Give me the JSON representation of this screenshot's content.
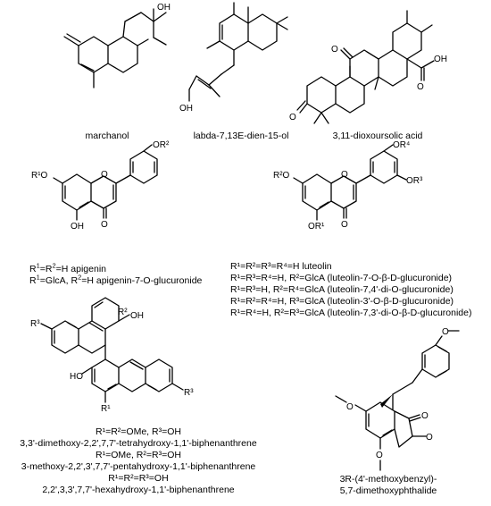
{
  "compounds": {
    "marchanol": {
      "name": "marchanol",
      "atoms": {
        "oh": "OH"
      }
    },
    "labdadienol": {
      "name": "labda-7,13E-dien-15-ol",
      "atoms": {
        "oh": "OH"
      }
    },
    "dioxoursolic": {
      "name": "3,11-dioxoursolic acid",
      "atoms": {
        "o3": "O",
        "o11": "O",
        "oh": "OH",
        "o_acid": "O"
      }
    },
    "apigenin": {
      "atoms": {
        "r1o": "R¹O",
        "oh5": "OH",
        "o4": "O",
        "o_ring": "O",
        "or2": "OR²"
      },
      "lines": [
        {
          "r1": "R",
          "s1": "1",
          "eq": "=R",
          "s2": "2",
          "rest": "=H apigenin"
        },
        {
          "r1": "R",
          "s1": "1",
          "eq": "=GlcA, R",
          "s2": "2",
          "rest": "=H apigenin-7-O-glucuronide"
        }
      ]
    },
    "luteolin": {
      "atoms": {
        "r2o": "R²O",
        "or1": "OR¹",
        "o4": "O",
        "o_ring": "O",
        "or3": "OR³",
        "or4": "OR⁴"
      },
      "lines": [
        "R¹=R²=R³=R⁴=H luteolin",
        "R¹=R³=R⁴=H, R²=GlcA (luteolin-7-O-β-D-glucuronide)",
        "R¹=R³=H, R²=R⁴=GlcA (luteolin-7,4'-di-O-glucuronide)",
        "R¹=R²=R⁴=H, R³=GlcA (luteolin-3'-O-β-D-glucuronide)",
        "R¹=R⁴=H, R²=R³=GlcA (luteolin-7,3'-di-O-β-D-glucuronide)"
      ]
    },
    "biphenanthrene": {
      "atoms": {
        "r2_label": "R²",
        "r3_top": "R³",
        "oh_top": "OH",
        "ho_bottom": "HO",
        "r1": "R¹",
        "r3_bottom": "R³"
      },
      "lines": [
        "R¹=R²=OMe, R³=OH",
        "3,3'-dimethoxy-2,2',7,7'-tetrahydroxy-1,1'-biphenanthrene",
        "R¹=OMe, R²=R³=OH",
        "3-methoxy-2,2',3',7,7'-pentahydroxy-1,1'-biphenanthrene",
        "R¹=R²=R³=OH",
        "2,2',3,3',7,7'-hexahydroxy-1,1'-biphenanthrene"
      ]
    },
    "phthalide": {
      "atoms": {
        "o_top": "O",
        "o_left": "O",
        "o_bottom": "O",
        "o_ring": "O",
        "o_carbonyl": "O"
      },
      "lines": [
        "3R-(4'-methoxybenzyl)-",
        "5,7-dimethoxyphthalide"
      ]
    }
  }
}
